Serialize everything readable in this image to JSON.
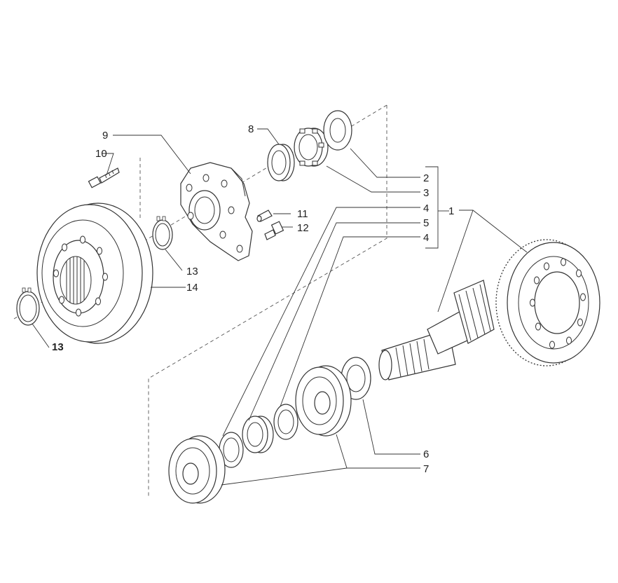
{
  "callouts": {
    "c1": "1",
    "c2": "2",
    "c3": "3",
    "c4a": "4",
    "c5": "5",
    "c4b": "4",
    "c6": "6",
    "c7": "7",
    "c8": "8",
    "c9": "9",
    "c10": "10",
    "c11": "11",
    "c12": "12",
    "c13a": "13",
    "c13b": "13",
    "c14": "14"
  }
}
